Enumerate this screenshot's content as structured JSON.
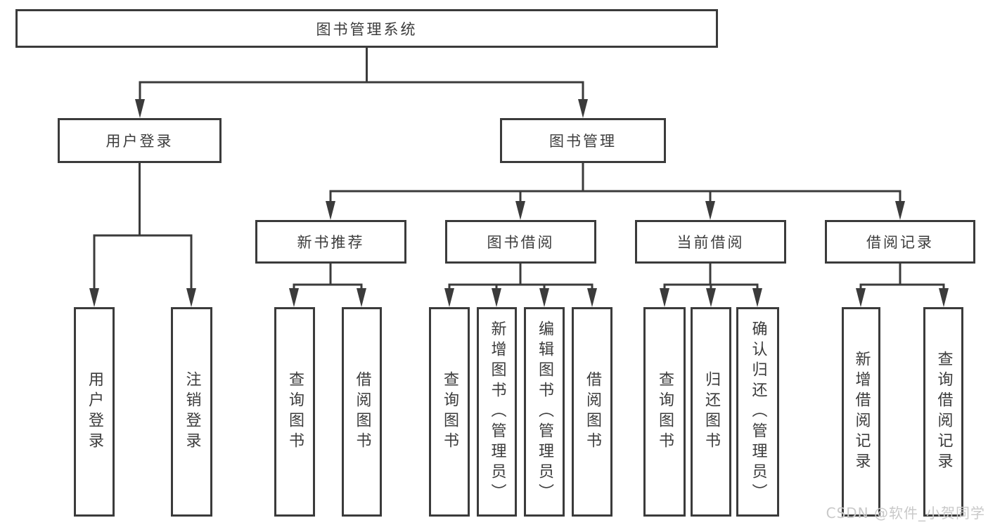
{
  "nodes": {
    "root": "图书管理系统",
    "user_login": "用户登录",
    "book_mgmt": "图书管理",
    "new_book": "新书推荐",
    "book_borrow": "图书借阅",
    "current_borrow": "当前借阅",
    "borrow_records": "借阅记录",
    "leaves": {
      "login": [
        "用户登录",
        "注销登录"
      ],
      "new_book": [
        "查询图书",
        "借阅图书"
      ],
      "book_borrow": [
        "查询图书",
        "新增图书（管理员）",
        "编辑图书（管理员）",
        "借阅图书"
      ],
      "current_borrow": [
        "查询图书",
        "归还图书",
        "确认归还（管理员）"
      ],
      "borrow_records": [
        "新增借阅记录",
        "查询借阅记录"
      ]
    }
  },
  "watermark": {
    "text": "CSDN @软件_小贺同学",
    "color": "#c9c9c9"
  },
  "colors": {
    "line": "#3b3b3b",
    "text": "#3c3c3c",
    "background": "#ffffff"
  }
}
